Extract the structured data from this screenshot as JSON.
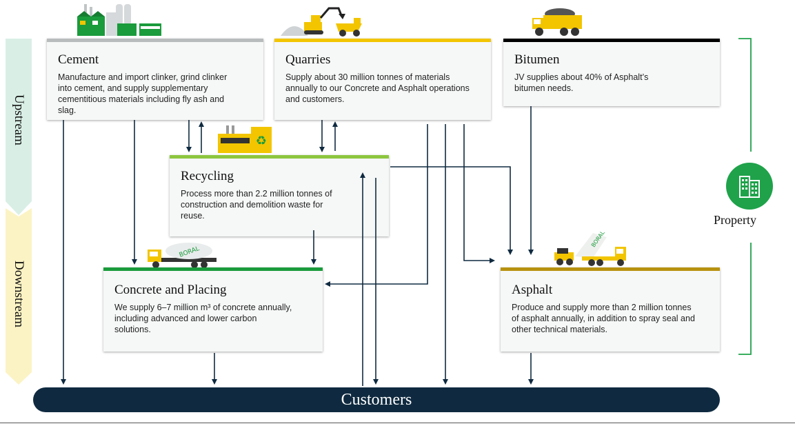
{
  "stages": {
    "upstream": "Upstream",
    "downstream": "Downstream"
  },
  "cards": {
    "cement": {
      "title": "Cement",
      "text": "Manufacture and import clinker, grind clinker into cement, and supply supplementary cementitious materials including fly ash and slag."
    },
    "quarries": {
      "title": "Quarries",
      "text": "Supply about 30 million tonnes of materials annually to our Concrete and Asphalt operations and customers."
    },
    "bitumen": {
      "title": "Bitumen",
      "text": "JV supplies about 40% of Asphalt’s bitumen needs."
    },
    "recycling": {
      "title": "Recycling",
      "text": "Process more than 2.2 million tonnes of construction and demolition waste for reuse."
    },
    "concrete": {
      "title": "Concrete and Placing",
      "text": "We supply 6–7 million m³ of concrete annually, including advanced and lower carbon solutions."
    },
    "asphalt": {
      "title": "Asphalt",
      "text": "Produce and supply more than 2 million tonnes of asphalt annually, in addition to spray seal and other technical materials."
    }
  },
  "customers": "Customers",
  "property": "Property",
  "colors": {
    "cement_bar": "#b9bcbd",
    "quarries_bar": "#f2c500",
    "bitumen_bar": "#000000",
    "recycling_bar": "#8dc63f",
    "concrete_bar": "#1a9b3c",
    "asphalt_bar": "#b8920f",
    "upstream_band": "#d9efe6",
    "downstream_band": "#fbf3c4",
    "customers_bg": "#0f2a40",
    "property_green": "#1fa24a",
    "arrow": "#0f2a40"
  },
  "icons": {
    "cement": "cement-factory-icon",
    "quarries": "excavator-icon",
    "bitumen": "dump-truck-icon",
    "recycling": "recycling-plant-icon",
    "concrete": "concrete-mixer-truck-icon",
    "asphalt": "asphalt-tipper-truck-icon",
    "property": "building-icon"
  }
}
